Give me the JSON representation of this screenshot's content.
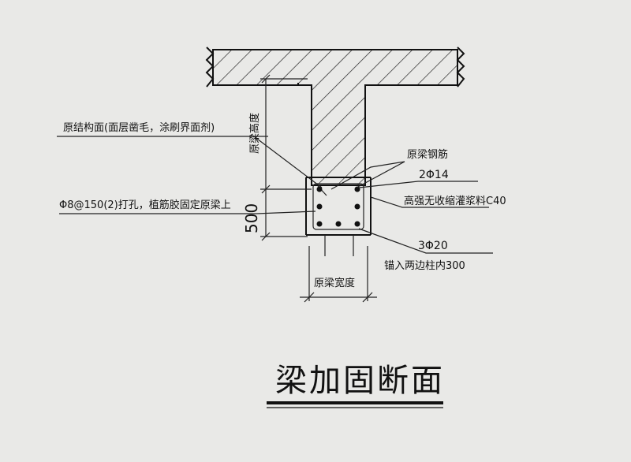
{
  "labels": {
    "original_surface": "原结构面(面层凿毛，涂刷界面剂)",
    "original_rebar": "原梁钢筋",
    "top_bars": "2Φ14",
    "grout": "高强无收缩灌浆料C40",
    "stirrup_note": "Φ8@150(2)打孔，植筋胶固定原梁上",
    "added_depth": "500",
    "bottom_bars": "3Φ20",
    "anchor_note": "锚入两边柱内300",
    "beam_height": "原梁高度",
    "beam_width": "原梁宽度",
    "title": "梁加固断面"
  },
  "colors": {
    "paper": "#e9e9e7",
    "ink": "#111111"
  }
}
